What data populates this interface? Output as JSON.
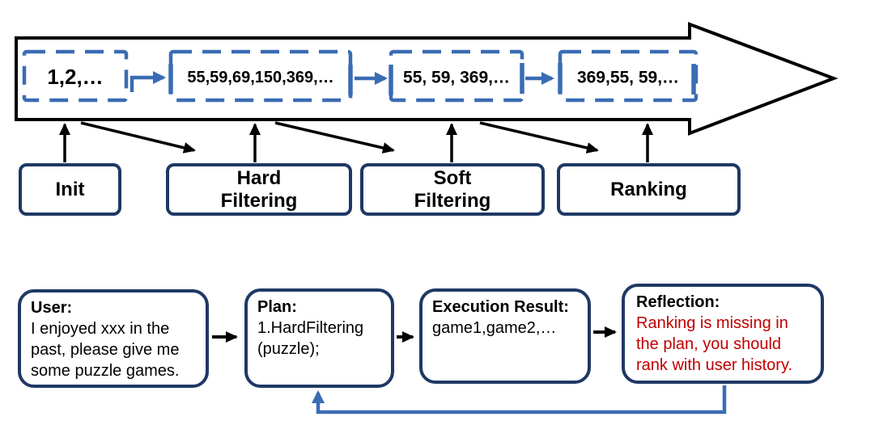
{
  "figure": {
    "type": "recommendation-pipeline-diagram",
    "background": "#ffffff"
  },
  "colors": {
    "accent_blue": "#3A6CB4",
    "box_border_navy": "#1F3864",
    "alert_red": "#C00000",
    "line_black": "#000000"
  },
  "pipeline": {
    "outputs": [
      {
        "text": "1,2,…"
      },
      {
        "text": "55,59,69,150,369,…"
      },
      {
        "text": "55, 59, 369,…"
      },
      {
        "text": "369,55, 59,…"
      }
    ],
    "stages": [
      {
        "label": "Init"
      },
      {
        "label": "Hard Filtering"
      },
      {
        "label": "Soft Filtering"
      },
      {
        "label": "Ranking"
      }
    ]
  },
  "conversation": {
    "user": {
      "title": "User:",
      "body": "I enjoyed xxx in the past, please give me some puzzle games."
    },
    "plan": {
      "title": "Plan:",
      "body": "1.HardFiltering (puzzle);"
    },
    "execution": {
      "title": "Execution Result:",
      "body": "game1,game2,…"
    },
    "reflection": {
      "title": "Reflection:",
      "body": "Ranking is missing in the plan, you should rank with user history."
    }
  }
}
